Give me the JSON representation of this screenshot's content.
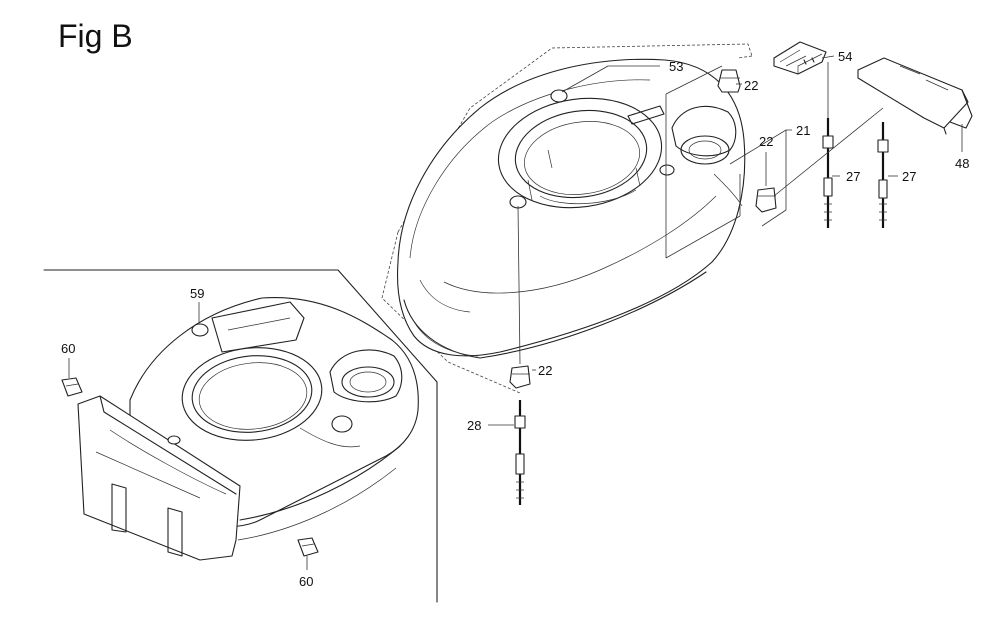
{
  "figure": {
    "title": "Fig B"
  },
  "labels": {
    "p53": "53",
    "p54": "54",
    "p22a": "22",
    "p22b": "22",
    "p22c": "22",
    "p21": "21",
    "p27a": "27",
    "p27b": "27",
    "p48": "48",
    "p28": "28",
    "p59": "59",
    "p60a": "60",
    "p60b": "60"
  }
}
